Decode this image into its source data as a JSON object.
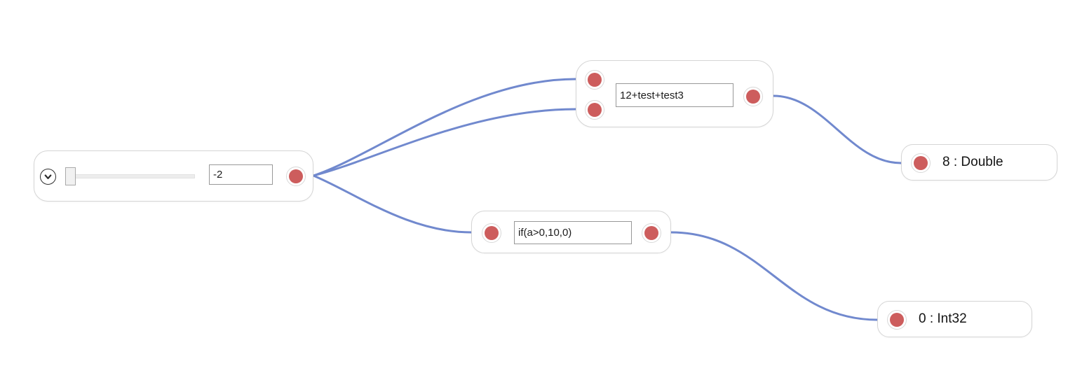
{
  "canvas": {
    "background": "#ffffff"
  },
  "colors": {
    "wire": "#7189ce",
    "port_fill": "#cd5d5d",
    "port_ring": "#d8d8d8",
    "node_border": "#d5d5d5",
    "input_border": "#989898",
    "text": "#141414"
  },
  "nodes": {
    "slider_node": {
      "expand_icon": "chevron-down-icon",
      "value": "-2",
      "slider_position": "min"
    },
    "expression_node": {
      "expression": "12+test+test3"
    },
    "result_double_node": {
      "label": "8 : Double"
    },
    "if_expression_node": {
      "expression": "if(a>0,10,0)"
    },
    "result_int_node": {
      "label": "0 : Int32"
    }
  },
  "connections": [
    {
      "from": "slider-node-output-port",
      "to": "expression-node-input-port-1"
    },
    {
      "from": "slider-node-output-port",
      "to": "expression-node-input-port-2"
    },
    {
      "from": "slider-node-output-port",
      "to": "if-node-input-port"
    },
    {
      "from": "expression-node-output-port",
      "to": "result-double-node-input-port"
    },
    {
      "from": "if-node-output-port",
      "to": "result-int-node-input-port"
    }
  ]
}
